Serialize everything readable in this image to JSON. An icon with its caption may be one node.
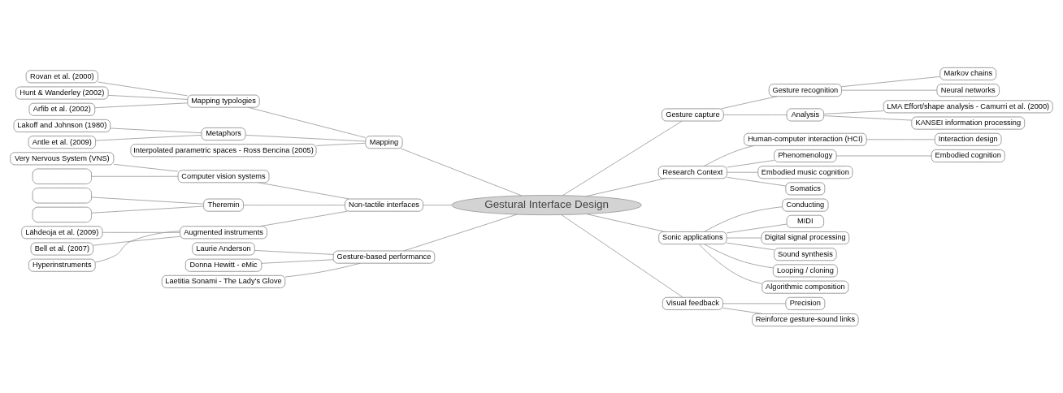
{
  "diagram": {
    "nodes": [
      {
        "text": [
          "Gestural Interface Design"
        ]
      },
      {
        "text": [
          "Mapping"
        ]
      },
      {
        "text": [
          "Mapping typologies"
        ]
      },
      {
        "text": [
          "Rovan et al. (2000)"
        ]
      },
      {
        "text": [
          "Hunt & Wanderley (2002)"
        ]
      },
      {
        "text": [
          "Arfib et al. (2002)"
        ]
      },
      {
        "text": [
          "Metaphors"
        ]
      },
      {
        "text": [
          "Lakoff and Johnson (1980)"
        ]
      },
      {
        "text": [
          "Antle et al. (2009)"
        ]
      },
      {
        "text": [
          "Interpolated parametric spaces - Ross Bencina (2005)"
        ]
      },
      {
        "text": [
          "Non-tactile interfaces"
        ]
      },
      {
        "text": [
          "Computer vision systems"
        ]
      },
      {
        "text": [
          "Very Nervous System (VNS)"
        ]
      },
      {
        "text": [],
        "shape": "box"
      },
      {
        "text": [
          "Theremin"
        ]
      },
      {
        "text": [],
        "shape": "box"
      },
      {
        "text": [],
        "shape": "box"
      },
      {
        "text": [
          "Augmented instruments"
        ]
      },
      {
        "text": [
          "Lähdeoja et al. (2009)"
        ]
      },
      {
        "text": [
          "Bell et al. (2007)"
        ]
      },
      {
        "text": [
          "Hyperinstruments"
        ]
      },
      {
        "text": [
          "Gesture-based performance"
        ]
      },
      {
        "text": [
          "Laurie Anderson"
        ]
      },
      {
        "text": [
          "Donna Hewitt - eMic"
        ]
      },
      {
        "text": [
          "Laetitia Sonami - The Lady's Glove"
        ]
      },
      {
        "text": [
          "Gesture capture"
        ]
      },
      {
        "text": [
          "Gesture recognition"
        ]
      },
      {
        "text": [
          "Markov chains"
        ]
      },
      {
        "text": [
          "Neural networks"
        ]
      },
      {
        "text": [
          "Analysis"
        ]
      },
      {
        "text": [
          "LMA Effort/shape analysis - Camurri et al. (2000)"
        ]
      },
      {
        "text": [
          "KANSEI information processing"
        ]
      },
      {
        "text": [
          "Research Context"
        ]
      },
      {
        "text": [
          "Human-computer interaction (HCI)"
        ]
      },
      {
        "text": [
          "Interaction design"
        ]
      },
      {
        "text": [
          "Phenomenology"
        ]
      },
      {
        "text": [
          "Embodied cognition"
        ]
      },
      {
        "text": [
          "Embodied music cognition"
        ]
      },
      {
        "text": [
          "Somatics"
        ]
      },
      {
        "text": [
          "Sonic applications"
        ]
      },
      {
        "text": [
          "Conducting"
        ]
      },
      {
        "text": [
          "MIDI"
        ]
      },
      {
        "text": [
          "Digital signal processing"
        ]
      },
      {
        "text": [
          "Sound synthesis"
        ]
      },
      {
        "text": [
          "Looping / cloning"
        ]
      },
      {
        "text": [
          "Algorithmic composition"
        ]
      },
      {
        "text": [
          "Visual feedback"
        ]
      },
      {
        "text": [
          "Precision"
        ]
      },
      {
        "text": [
          "Reinforce gesture-sound links"
        ]
      }
    ],
    "edges": [
      {
        "from": 0,
        "to": 1,
        "arrow": "none"
      },
      {
        "from": 1,
        "to": 2,
        "arrow": "none"
      },
      {
        "from": 2,
        "to": 3,
        "arrow": "none"
      },
      {
        "from": 2,
        "to": 4,
        "arrow": "none"
      },
      {
        "from": 2,
        "to": 5,
        "arrow": "none"
      },
      {
        "from": 1,
        "to": 6,
        "arrow": "none"
      },
      {
        "from": 6,
        "to": 7,
        "arrow": "none"
      },
      {
        "from": 6,
        "to": 8,
        "arrow": "none"
      },
      {
        "from": 1,
        "to": 9,
        "arrow": "none"
      },
      {
        "from": 0,
        "to": 10,
        "arrow": "none"
      },
      {
        "from": 10,
        "to": 11,
        "arrow": "none"
      },
      {
        "from": 11,
        "to": 12,
        "arrow": "none"
      },
      {
        "from": 11,
        "to": 13,
        "arrow": "none"
      },
      {
        "from": 10,
        "to": 14,
        "arrow": "none"
      },
      {
        "from": 14,
        "to": 15,
        "arrow": "none"
      },
      {
        "from": 14,
        "to": 16,
        "arrow": "none"
      },
      {
        "from": 10,
        "to": 17,
        "arrow": "none"
      },
      {
        "from": 17,
        "to": 18,
        "arrow": "none"
      },
      {
        "from": 17,
        "to": 19,
        "arrow": "none"
      },
      {
        "from": 17,
        "to": 20,
        "arrow": "none"
      },
      {
        "from": 0,
        "to": 21,
        "arrow": "none"
      },
      {
        "from": 21,
        "to": 22,
        "arrow": "none"
      },
      {
        "from": 21,
        "to": 23,
        "arrow": "none"
      },
      {
        "from": 21,
        "to": 24,
        "arrow": "none"
      },
      {
        "from": 0,
        "to": 25,
        "arrow": "none"
      },
      {
        "from": 25,
        "to": 26,
        "arrow": "none"
      },
      {
        "from": 26,
        "to": 27,
        "arrow": "none"
      },
      {
        "from": 26,
        "to": 28,
        "arrow": "none"
      },
      {
        "from": 25,
        "to": 29,
        "arrow": "none"
      },
      {
        "from": 29,
        "to": 30,
        "arrow": "none"
      },
      {
        "from": 29,
        "to": 31,
        "arrow": "none"
      },
      {
        "from": 0,
        "to": 32,
        "arrow": "none"
      },
      {
        "from": 32,
        "to": 33,
        "arrow": "none"
      },
      {
        "from": 33,
        "to": 34,
        "arrow": "none"
      },
      {
        "from": 32,
        "to": 35,
        "arrow": "none"
      },
      {
        "from": 35,
        "to": 36,
        "arrow": "none"
      },
      {
        "from": 32,
        "to": 37,
        "arrow": "none"
      },
      {
        "from": 32,
        "to": 38,
        "arrow": "none"
      },
      {
        "from": 0,
        "to": 39,
        "arrow": "none"
      },
      {
        "from": 39,
        "to": 40,
        "arrow": "none"
      },
      {
        "from": 39,
        "to": 41,
        "arrow": "none"
      },
      {
        "from": 39,
        "to": 42,
        "arrow": "none"
      },
      {
        "from": 39,
        "to": 43,
        "arrow": "none"
      },
      {
        "from": 39,
        "to": 44,
        "arrow": "none"
      },
      {
        "from": 39,
        "to": 45,
        "arrow": "none"
      },
      {
        "from": 0,
        "to": 46,
        "arrow": "none"
      },
      {
        "from": 46,
        "to": 47,
        "arrow": "none"
      },
      {
        "from": 46,
        "to": 48,
        "arrow": "none"
      }
    ]
  }
}
